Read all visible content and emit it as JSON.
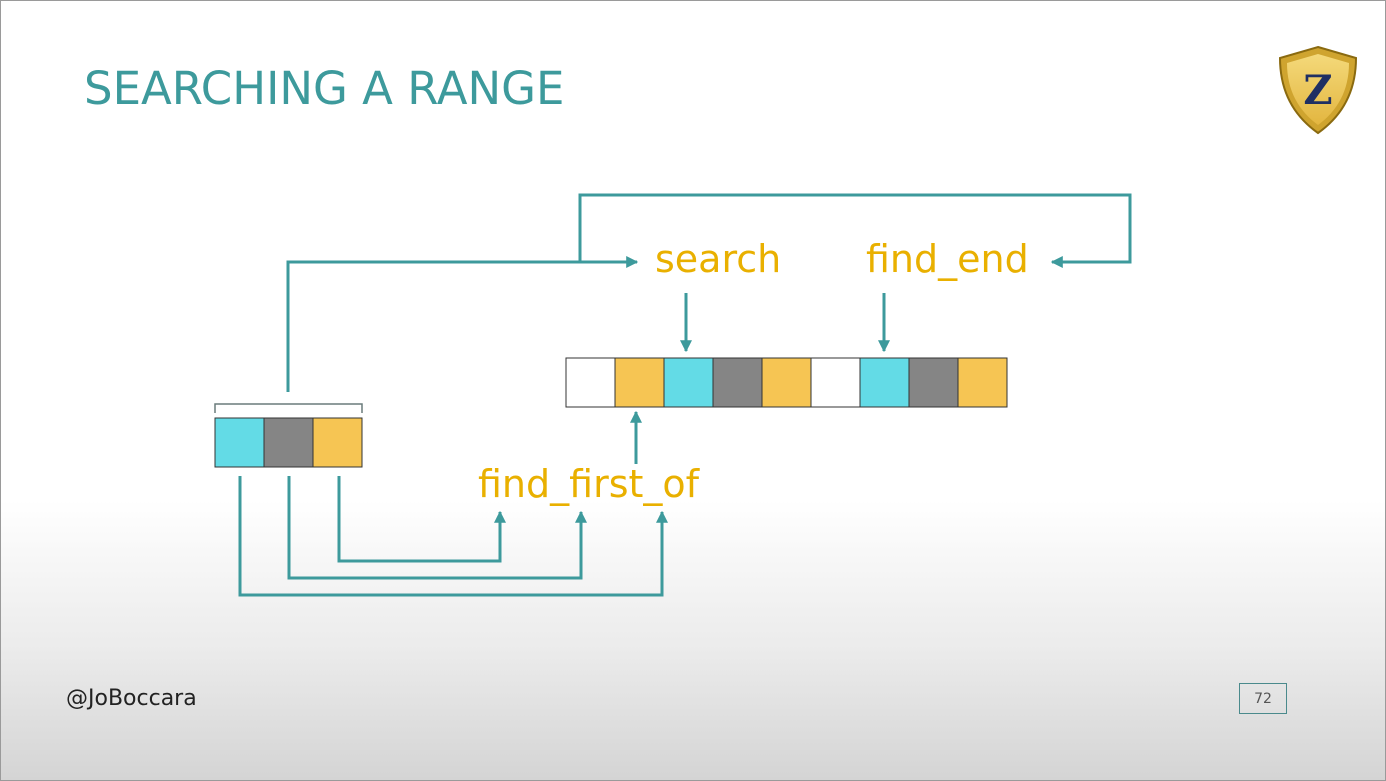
{
  "slide": {
    "title": "SEARCHING A RANGE",
    "author": "@JoBoccara",
    "page_number": "72"
  },
  "diagram": {
    "labels": {
      "search": "search",
      "find_end": "find_end",
      "find_first_of": "find_first_of"
    },
    "searched_range_cells": [
      "white",
      "yellow",
      "cyan",
      "gray",
      "yellow",
      "white",
      "cyan",
      "gray",
      "yellow"
    ],
    "pattern_cells": [
      "cyan",
      "gray",
      "yellow"
    ]
  },
  "colors": {
    "accent": "#3d9a9c",
    "label": "#e9b000",
    "cyan": "#63dbe6",
    "gray": "#858585",
    "yellow": "#f6c553",
    "white": "#ffffff"
  },
  "logo_letter": "Z"
}
